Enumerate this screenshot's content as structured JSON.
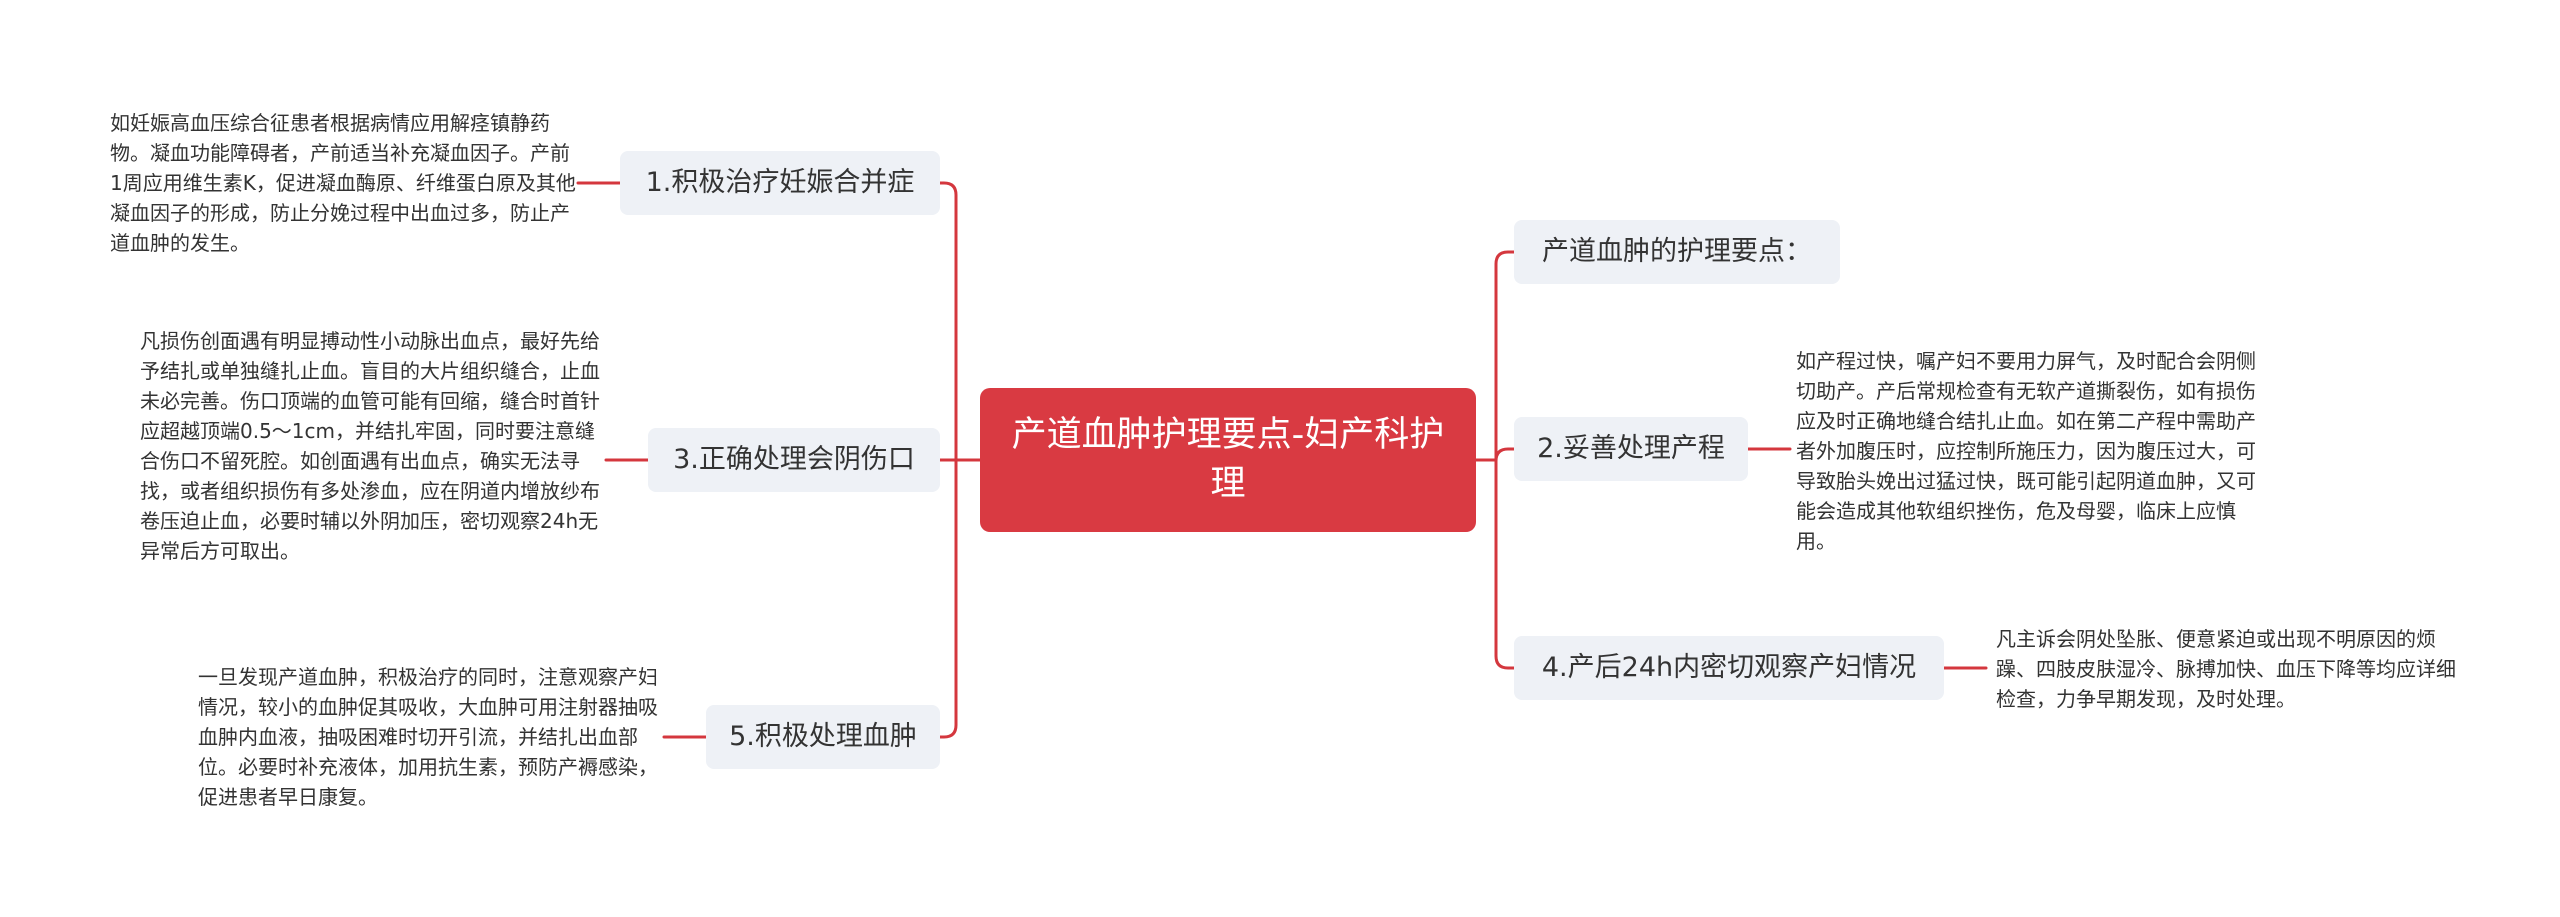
{
  "center": {
    "title": "产道血肿护理要点-妇产科护理"
  },
  "branches": {
    "b1": {
      "label": "1.积极治疗妊娠合并症",
      "detail": "如妊娠高血压综合征患者根据病情应用解痉镇静药物。凝血功能障碍者，产前适当补充凝血因子。产前1周应用维生素K，促进凝血酶原、纤维蛋白原及其他凝血因子的形成，防止分娩过程中出血过多，防止产道血肿的发生。"
    },
    "b3": {
      "label": "3.正确处理会阴伤口",
      "detail": "凡损伤创面遇有明显搏动性小动脉出血点，最好先给予结扎或单独缝扎止血。盲目的大片组织缝合，止血未必完善。伤口顶端的血管可能有回缩，缝合时首针应超越顶端0.5～1cm，并结扎牢固，同时要注意缝合伤口不留死腔。如创面遇有出血点，确实无法寻找，或者组织损伤有多处渗血，应在阴道内增放纱布卷压迫止血，必要时辅以外阴加压，密切观察24h无异常后方可取出。"
    },
    "b5": {
      "label": "5.积极处理血肿",
      "detail": "一旦发现产道血肿，积极治疗的同时，注意观察产妇情况，较小的血肿促其吸收，大血肿可用注射器抽吸血肿内血液，抽吸困难时切开引流，并结扎出血部位。必要时补充液体，加用抗生素，预防产褥感染，促进患者早日康复。"
    },
    "r0": {
      "label": "产道血肿的护理要点："
    },
    "r2": {
      "label": "2.妥善处理产程",
      "detail": "如产程过快，嘱产妇不要用力屏气，及时配合会阴侧切助产。产后常规检查有无软产道撕裂伤，如有损伤应及时正确地缝合结扎止血。如在第二产程中需助产者外加腹压时，应控制所施压力，因为腹压过大，可导致胎头娩出过猛过快，既可能引起阴道血肿，又可能会造成其他软组织挫伤，危及母婴，临床上应慎用。"
    },
    "r4": {
      "label": "4.产后24h内密切观察产妇情况",
      "detail": "凡主诉会阴处坠胀、便意紧迫或出现不明原因的烦躁、四肢皮肤湿冷、脉搏加快、血压下降等均应详细检查，力争早期发现，及时处理。"
    }
  },
  "colors": {
    "accent": "#d93a42",
    "line": "#d4373e",
    "node_bg": "#eef1f6",
    "text": "#333333"
  }
}
